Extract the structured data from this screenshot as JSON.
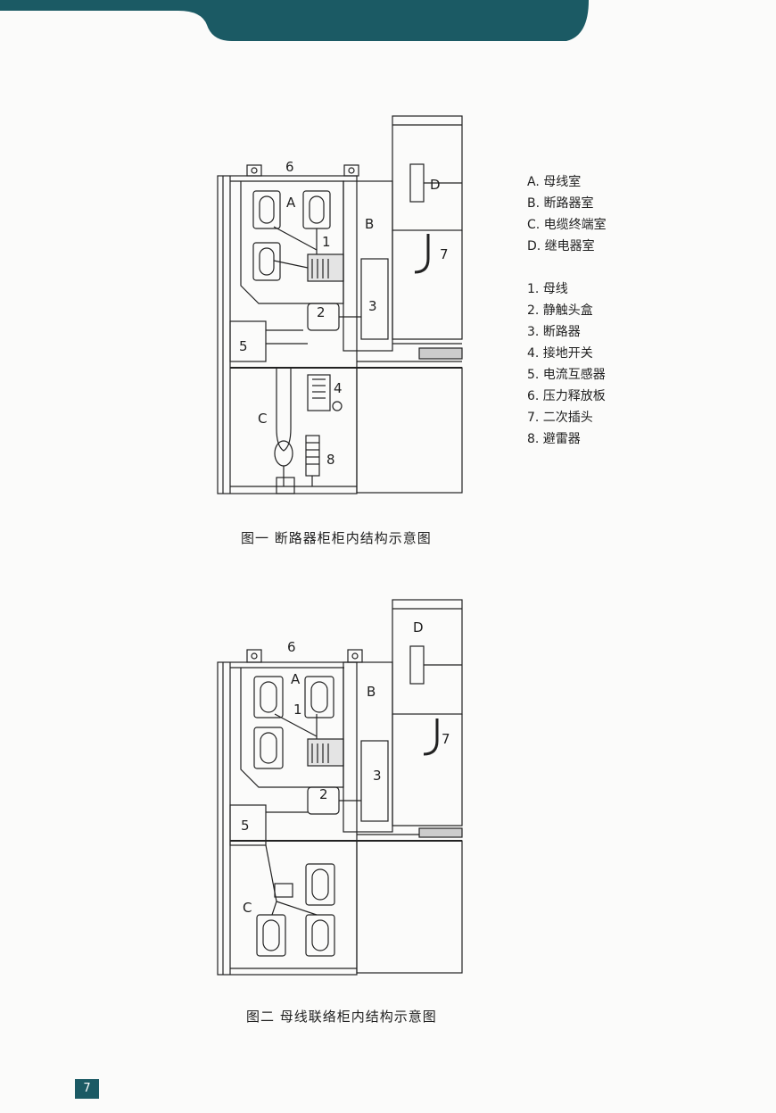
{
  "header": {
    "accent_color": "#1b5a64"
  },
  "figure1": {
    "labels": {
      "six": "6",
      "a": "A",
      "b": "B",
      "d": "D",
      "one": "1",
      "seven": "7",
      "two": "2",
      "three": "3",
      "five": "5",
      "four": "4",
      "c": "C",
      "eight": "8"
    },
    "caption": "图一    断路器柜柜内结构示意图"
  },
  "figure2": {
    "labels": {
      "six": "6",
      "a": "A",
      "b": "B",
      "d": "D",
      "one": "1",
      "seven": "7",
      "two": "2",
      "three": "3",
      "five": "5",
      "c": "C"
    },
    "caption": "图二    母线联络柜内结构示意图"
  },
  "legend": {
    "compartments": [
      "A. 母线室",
      "B. 断路器室",
      "C. 电缆终端室",
      "D. 继电器室"
    ],
    "components": [
      "1. 母线",
      "2. 静触头盒",
      "3. 断路器",
      "4. 接地开关",
      "5. 电流互感器",
      "6. 压力释放板",
      "7. 二次插头",
      "8. 避雷器"
    ]
  },
  "page": {
    "number": "7"
  }
}
